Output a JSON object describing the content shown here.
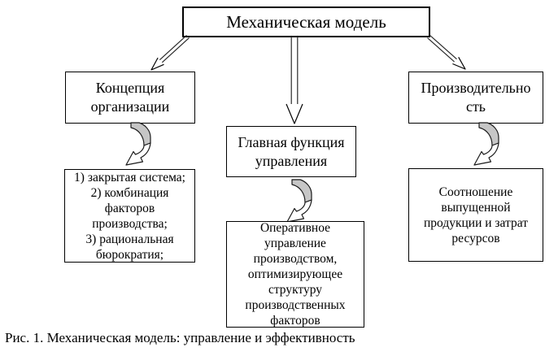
{
  "root": {
    "label": "Механическая модель"
  },
  "branches": [
    {
      "name": "concept",
      "header_lines": [
        "Концепция",
        "организации"
      ],
      "detail_lines": [
        "1) закрытая система;",
        "2) комбинация",
        "факторов",
        "производства;",
        "3) рациональная",
        "бюрократия;"
      ]
    },
    {
      "name": "main-function",
      "header_lines": [
        "Главная функция",
        "управления"
      ],
      "detail_lines": [
        "Оперативное",
        "управление",
        "производством,",
        "оптимизирующее",
        "структуру",
        "производственных",
        "факторов"
      ]
    },
    {
      "name": "productivity",
      "header_lines": [
        "Производительно",
        "сть"
      ],
      "detail_lines": [
        "Соотношение",
        "выпущенной",
        "продукции и затрат",
        "ресурсов"
      ]
    }
  ],
  "caption": "Рис. 1. Механическая модель: управление и эффективность",
  "colors": {
    "background": "#ffffff",
    "box_border": "#000000",
    "box_fill": "#ffffff",
    "text": "#000000",
    "arrow_stroke": "#2a2a2a",
    "curved_arrow_fill": "#c6c6c6"
  },
  "icons": {
    "branch_arrows": [
      "down-left-hollow-arrow",
      "down-hollow-arrow",
      "down-right-hollow-arrow"
    ],
    "link_arrow": "curved-ribbon-arrow"
  }
}
